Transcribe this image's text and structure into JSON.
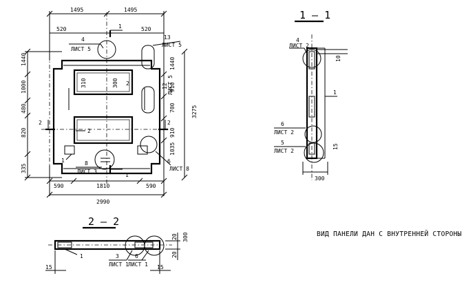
{
  "front_view": {
    "dims_top": [
      "1495",
      "1495"
    ],
    "dims_inner_top": [
      "520",
      "520"
    ],
    "dims_left": [
      "1440",
      "1000",
      "480",
      "820",
      "335"
    ],
    "dims_right_inner": [
      "1440",
      "910",
      "700",
      "910",
      "1035"
    ],
    "dim_total_height": "3275",
    "dims_bottom": [
      "590",
      "1810",
      "590"
    ],
    "dim_total_width": "2990",
    "opening_dims": [
      "310",
      "300"
    ],
    "section_marks": [
      "1",
      "1",
      "2",
      "2"
    ],
    "callouts": [
      {
        "pos": "4",
        "sheet": "ЛИСТ 5"
      },
      {
        "pos": "13",
        "sheet": "ЛИСТ 5"
      },
      {
        "pos": "12",
        "sheet": "ЛИСТ 5"
      },
      {
        "pos": "8",
        "sheet": "ЛИСТ 3"
      },
      {
        "pos": "6",
        "sheet": "ЛИСТ 8"
      }
    ],
    "pos_labels": [
      "1",
      "2",
      "2"
    ]
  },
  "section_1_1": {
    "title": "1 – 1",
    "callouts": [
      {
        "pos": "4",
        "sheet": "ЛИСТ 2"
      },
      {
        "pos": "6",
        "sheet": "ЛИСТ 2"
      },
      {
        "pos": "5",
        "sheet": "ЛИСТ 2"
      }
    ],
    "pos_label": "1",
    "dims": [
      "10",
      "15",
      "300"
    ]
  },
  "section_2_2": {
    "title": "2 – 2",
    "callouts": [
      {
        "pos": "3",
        "sheet": "ЛИСТ 1"
      },
      {
        "pos": "6",
        "sheet": "ЛИСТ 1"
      }
    ],
    "pos_label": "1",
    "dims_left": [
      "15"
    ],
    "dims_right": [
      "15",
      "20",
      "300",
      "20"
    ]
  },
  "note": "ВИД ПАНЕЛИ ДАН С ВНУТРЕННЕЙ СТОРОНЫ"
}
